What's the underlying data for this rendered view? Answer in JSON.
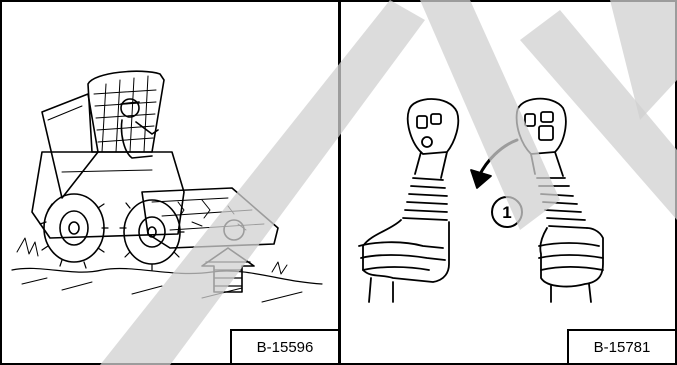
{
  "figures": [
    {
      "id": "left",
      "label": "B-15596",
      "icon": "skid-steer-loader-icon"
    },
    {
      "id": "right",
      "label": "B-15781",
      "icon": "joystick-controls-icon"
    }
  ],
  "callout": {
    "number": "1"
  },
  "colors": {
    "line": "#000000",
    "watermark": "#d0d0d0",
    "background": "#ffffff"
  }
}
